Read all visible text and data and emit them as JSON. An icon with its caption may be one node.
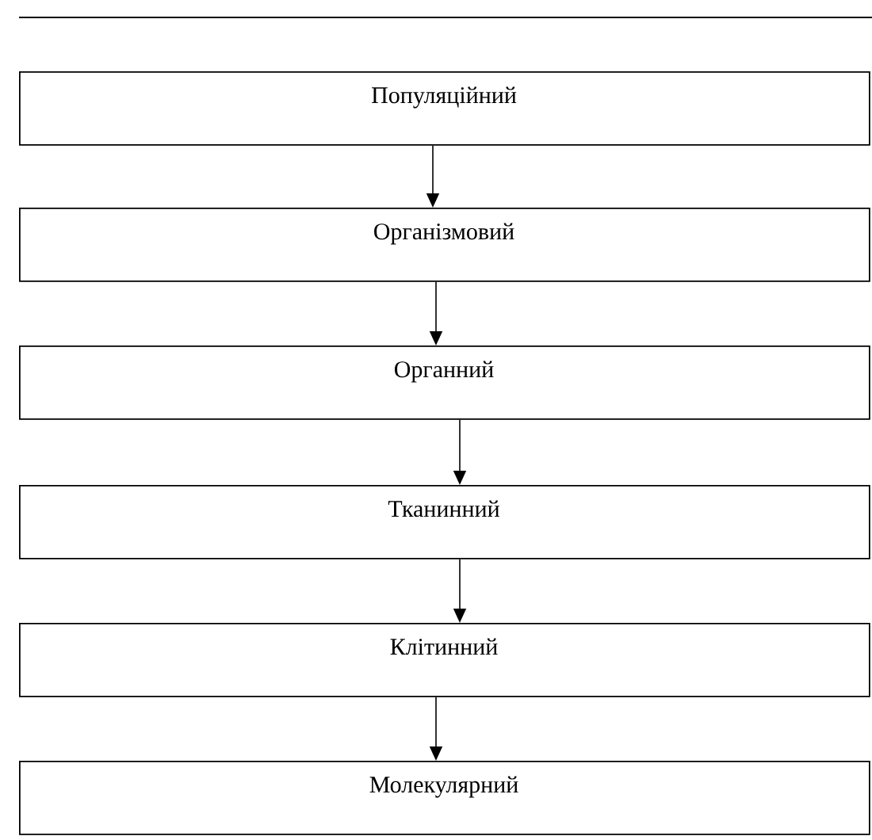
{
  "diagram": {
    "nodes": [
      {
        "text": [
          "Популяційний"
        ]
      },
      {
        "text": [
          "Організмовий"
        ]
      },
      {
        "text": [
          "Органний"
        ]
      },
      {
        "text": [
          "Тканинний"
        ]
      },
      {
        "text": [
          "Клітинний"
        ]
      },
      {
        "text": [
          "Молекулярний"
        ]
      }
    ],
    "edges": [
      {
        "from": 0,
        "to": 1,
        "arrow": "to"
      },
      {
        "from": 1,
        "to": 2,
        "arrow": "to"
      },
      {
        "from": 2,
        "to": 3,
        "arrow": "to"
      },
      {
        "from": 3,
        "to": 4,
        "arrow": "to"
      },
      {
        "from": 4,
        "to": 5,
        "arrow": "to"
      }
    ]
  }
}
